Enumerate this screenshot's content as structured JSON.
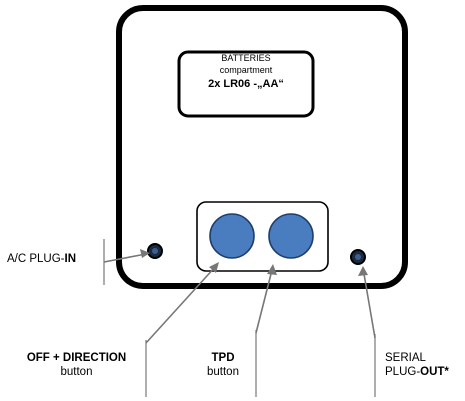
{
  "battery_compartment": {
    "line1": "BATTERIES",
    "line2": "compartment",
    "line3": "2x LR06 -„AA“"
  },
  "labels": {
    "ac_plug_prefix": "A/C PLUG-",
    "ac_plug_bold": "IN",
    "off_direction_bold": "OFF + DIRECTION",
    "off_direction_sub": "button",
    "tpd_bold": "TPD",
    "tpd_sub": "button",
    "serial_line1": "SERIAL",
    "serial_prefix": "PLUG-",
    "serial_bold": "OUT*"
  },
  "colors": {
    "button_fill": "#4a7dbf",
    "button_stroke": "#1f3f6e",
    "outline": "#000000"
  }
}
